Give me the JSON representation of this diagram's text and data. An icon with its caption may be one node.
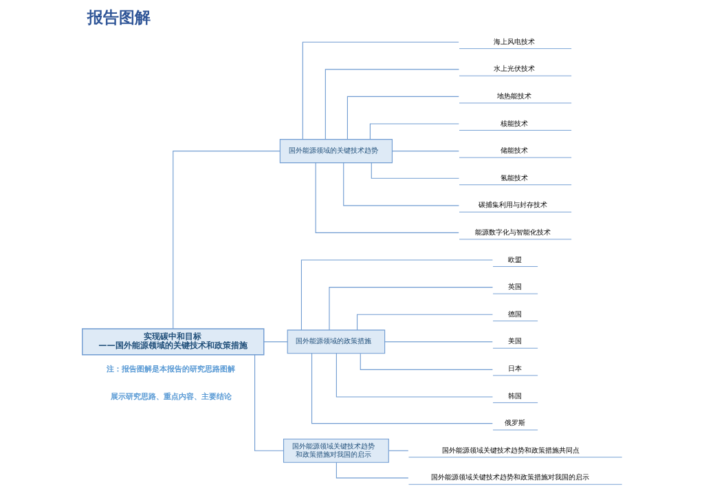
{
  "diagram": {
    "title": "报告图解",
    "nodes": [
      {
        "text": [
          "实现碳中和目标",
          "——国外能源领域的关键技术和政策措施"
        ]
      },
      {
        "text": [
          "国外能源领域的关键技术趋势"
        ]
      },
      {
        "text": [
          "海上风电技术"
        ]
      },
      {
        "text": [
          "水上光伏技术"
        ]
      },
      {
        "text": [
          "地热能技术"
        ]
      },
      {
        "text": [
          "核能技术"
        ]
      },
      {
        "text": [
          "储能技术"
        ]
      },
      {
        "text": [
          "氢能技术"
        ]
      },
      {
        "text": [
          "碳捕集利用与封存技术"
        ]
      },
      {
        "text": [
          "能源数字化与智能化技术"
        ]
      },
      {
        "text": [
          "国外能源领域的政策措施"
        ]
      },
      {
        "text": [
          "欧盟"
        ]
      },
      {
        "text": [
          "英国"
        ]
      },
      {
        "text": [
          "德国"
        ]
      },
      {
        "text": [
          "美国"
        ]
      },
      {
        "text": [
          "日本"
        ]
      },
      {
        "text": [
          "韩国"
        ]
      },
      {
        "text": [
          "俄罗斯"
        ]
      },
      {
        "text": [
          "国外能源领域关键技术趋势和政策措施对我国的启示"
        ]
      },
      {
        "text": [
          "国外能源领域关键技术趋势和政策措施共同点"
        ]
      },
      {
        "text": [
          "国外能源领域关键技术趋势和政策措施对我国的启示"
        ]
      }
    ],
    "edges": [
      {
        "from": 0,
        "to": 1,
        "arrow": "none"
      },
      {
        "from": 1,
        "to": 2,
        "arrow": "none"
      },
      {
        "from": 1,
        "to": 3,
        "arrow": "none"
      },
      {
        "from": 1,
        "to": 4,
        "arrow": "none"
      },
      {
        "from": 1,
        "to": 5,
        "arrow": "none"
      },
      {
        "from": 1,
        "to": 6,
        "arrow": "none"
      },
      {
        "from": 1,
        "to": 7,
        "arrow": "none"
      },
      {
        "from": 1,
        "to": 8,
        "arrow": "none"
      },
      {
        "from": 1,
        "to": 9,
        "arrow": "none"
      },
      {
        "from": 0,
        "to": 10,
        "arrow": "none"
      },
      {
        "from": 10,
        "to": 11,
        "arrow": "none"
      },
      {
        "from": 10,
        "to": 12,
        "arrow": "none"
      },
      {
        "from": 10,
        "to": 13,
        "arrow": "none"
      },
      {
        "from": 10,
        "to": 14,
        "arrow": "none"
      },
      {
        "from": 10,
        "to": 15,
        "arrow": "none"
      },
      {
        "from": 10,
        "to": 16,
        "arrow": "none"
      },
      {
        "from": 10,
        "to": 17,
        "arrow": "none"
      },
      {
        "from": 0,
        "to": 18,
        "arrow": "none"
      },
      {
        "from": 18,
        "to": 19,
        "arrow": "none"
      },
      {
        "from": 18,
        "to": 20,
        "arrow": "none"
      }
    ],
    "labels": [
      "注：报告图解是本报告的研究思路图解",
      "展示研究思路、重点内容、主要结论"
    ]
  }
}
